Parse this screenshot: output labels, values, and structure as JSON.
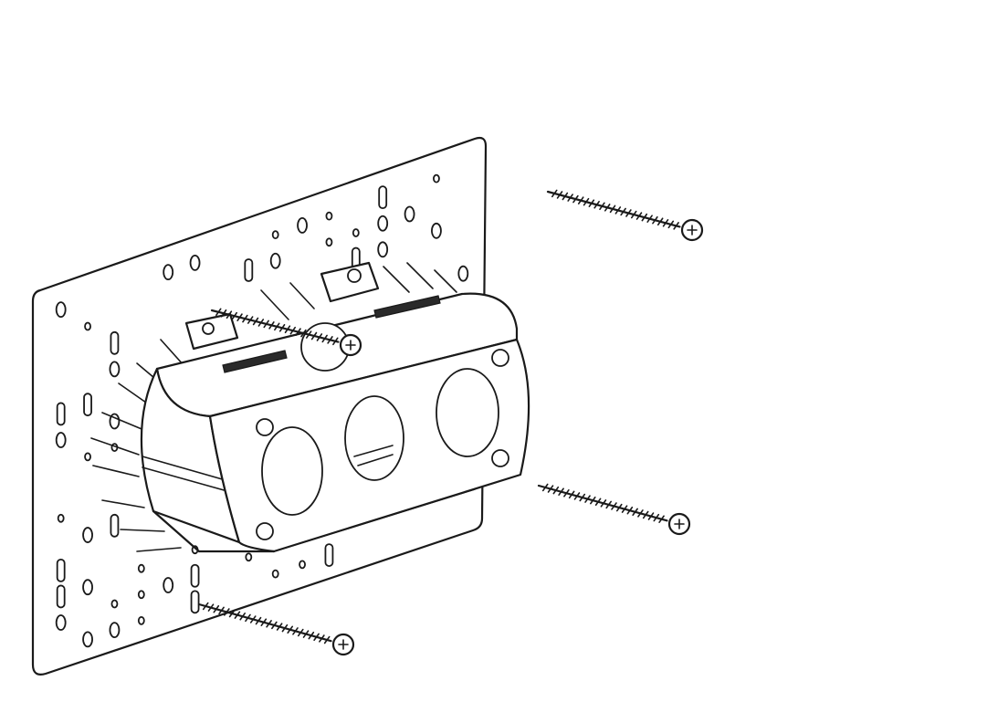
{
  "figure": {
    "background": "#ffffff",
    "line_color": "#1a1a1a",
    "parts": [
      "mounting-plate",
      "electrical-box",
      "screw",
      "screw",
      "screw",
      "screw"
    ]
  }
}
